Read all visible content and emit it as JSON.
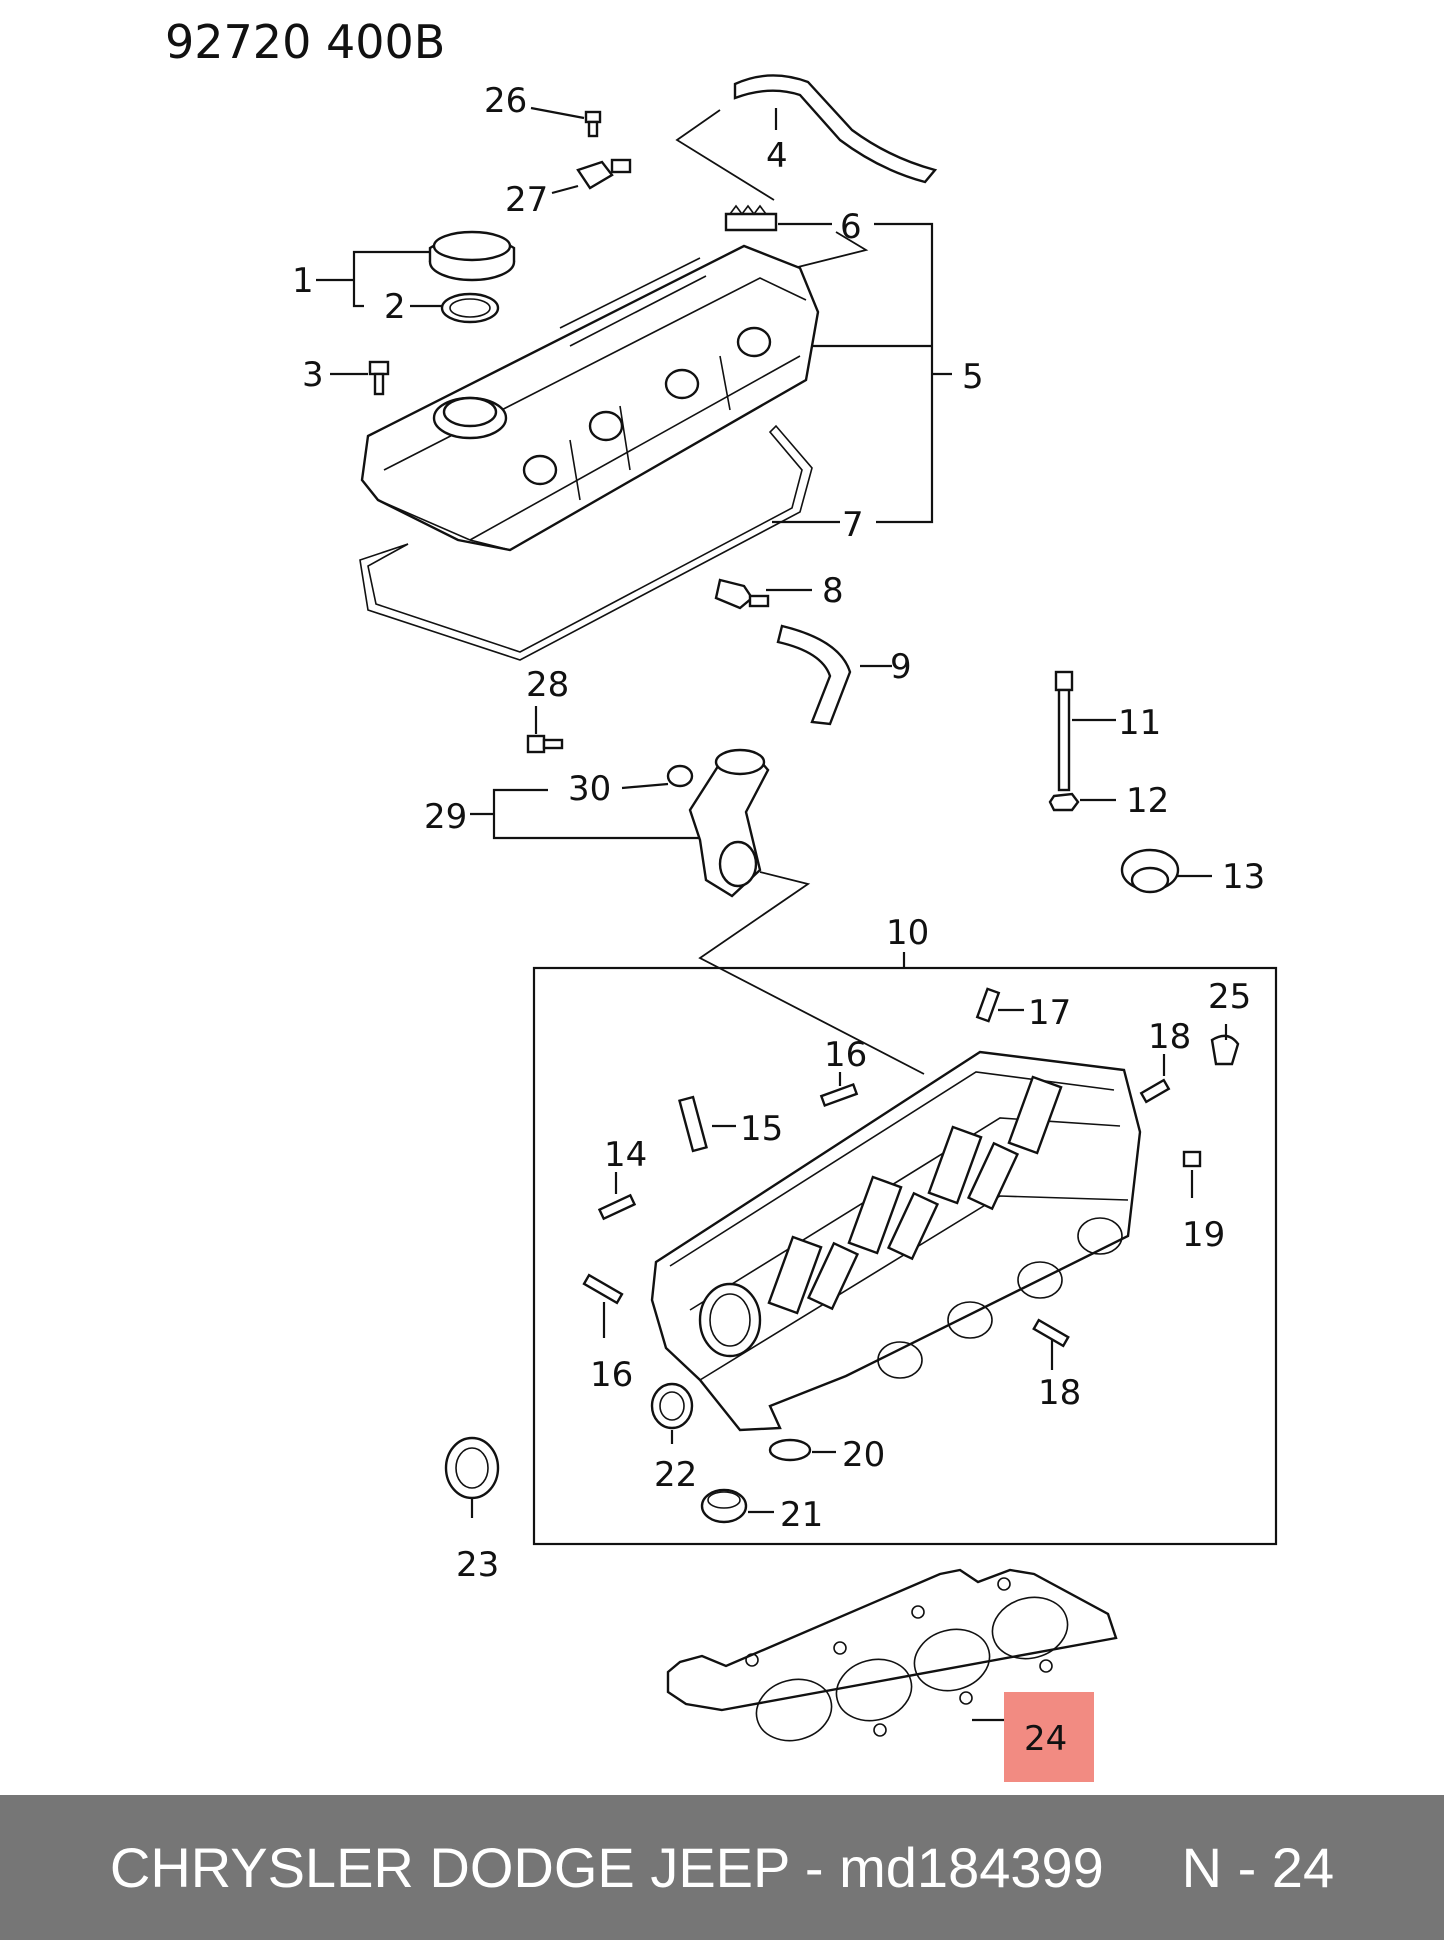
{
  "header": {
    "code": "92720   400B"
  },
  "callouts": {
    "p1": "1",
    "p2": "2",
    "p3": "3",
    "p4": "4",
    "p5": "5",
    "p6": "6",
    "p7": "7",
    "p8": "8",
    "p9": "9",
    "p10": "10",
    "p11": "11",
    "p12": "12",
    "p13": "13",
    "p14": "14",
    "p15": "15",
    "p16a": "16",
    "p16b": "16",
    "p17": "17",
    "p18a": "18",
    "p18b": "18",
    "p19": "19",
    "p20": "20",
    "p21": "21",
    "p22": "22",
    "p23": "23",
    "p24": "24",
    "p25": "25",
    "p26": "26",
    "p27": "27",
    "p28": "28",
    "p29": "29",
    "p30": "30"
  },
  "highlight": {
    "part": "24",
    "color": "#f28b82"
  },
  "footer": {
    "text": "CHRYSLER DODGE JEEP - md184399     N - 24"
  }
}
